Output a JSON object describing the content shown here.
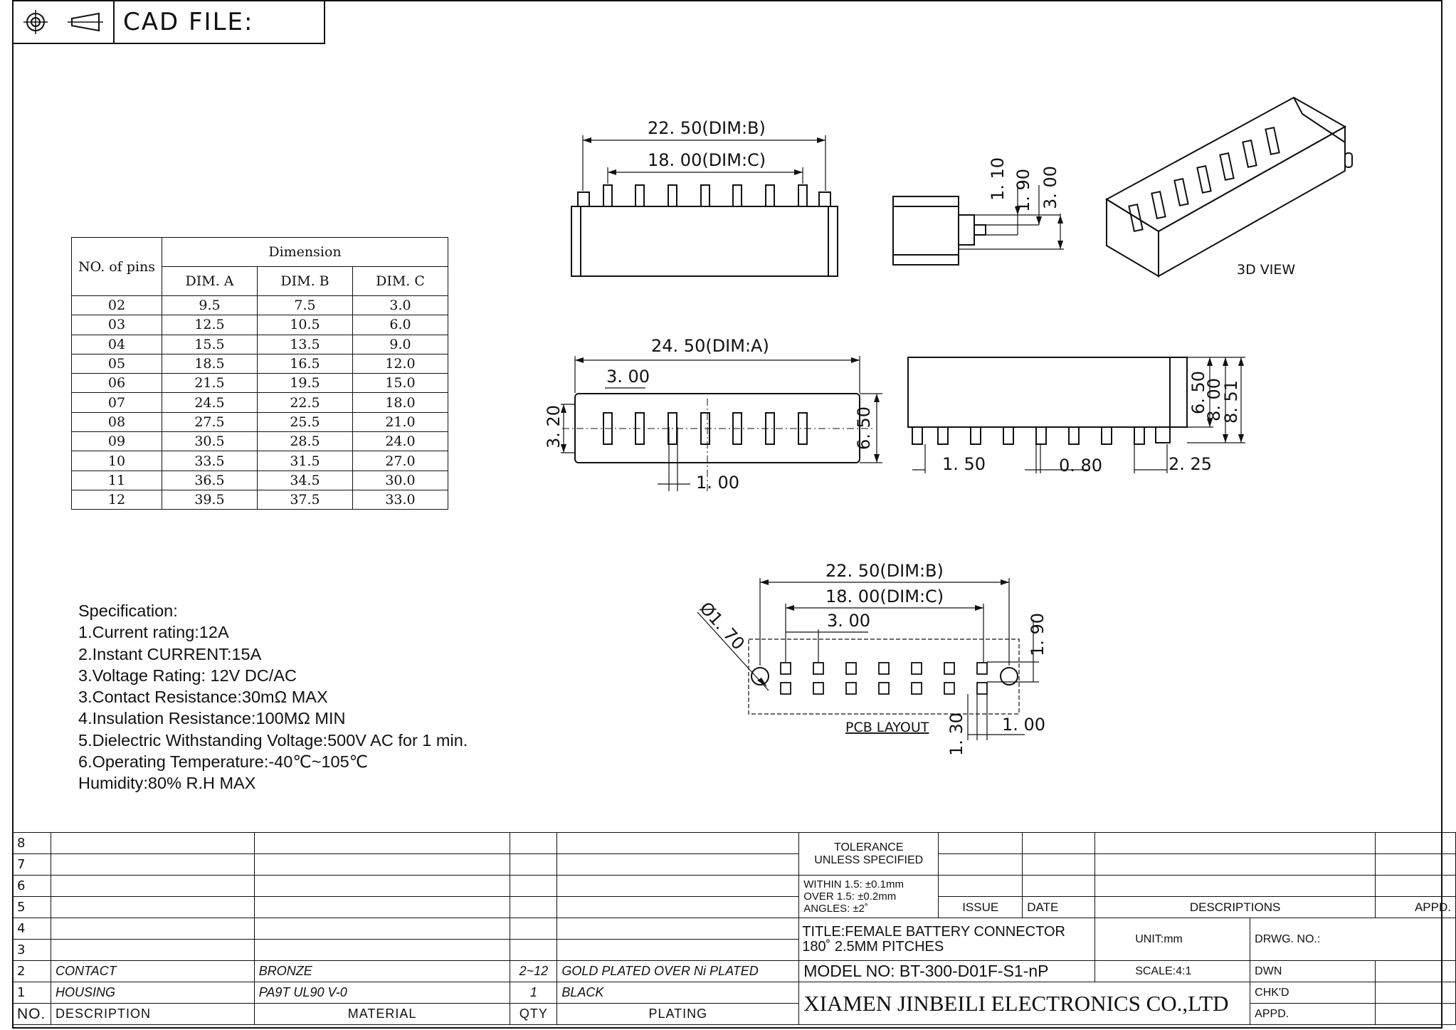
{
  "header": {
    "cad_label": "CAD FILE:",
    "symbols": [
      "projection-circle-icon",
      "projection-cone-icon"
    ]
  },
  "dim_table": {
    "pins_header": "NO. of pins",
    "dimension_header": "Dimension",
    "columns": [
      "DIM. A",
      "DIM. B",
      "DIM. C"
    ],
    "rows": [
      [
        "02",
        "9.5",
        "7.5",
        "3.0"
      ],
      [
        "03",
        "12.5",
        "10.5",
        "6.0"
      ],
      [
        "04",
        "15.5",
        "13.5",
        "9.0"
      ],
      [
        "05",
        "18.5",
        "16.5",
        "12.0"
      ],
      [
        "06",
        "21.5",
        "19.5",
        "15.0"
      ],
      [
        "07",
        "24.5",
        "22.5",
        "18.0"
      ],
      [
        "08",
        "27.5",
        "25.5",
        "21.0"
      ],
      [
        "09",
        "30.5",
        "28.5",
        "24.0"
      ],
      [
        "10",
        "33.5",
        "31.5",
        "27.0"
      ],
      [
        "11",
        "36.5",
        "34.5",
        "30.0"
      ],
      [
        "12",
        "39.5",
        "37.5",
        "33.0"
      ]
    ]
  },
  "drawing": {
    "front": {
      "dim_b": "22. 50(DIM:B)",
      "dim_c": "18. 00(DIM:C)"
    },
    "side": {
      "d1": "1. 10",
      "d2": "1. 90",
      "d3": "3. 00"
    },
    "view3d_label": "3D VIEW",
    "top": {
      "dim_a": "24. 50(DIM:A)",
      "pitch": "3. 00",
      "height": "3. 20",
      "width": "6. 50",
      "pin": "1. 00"
    },
    "side2": {
      "h1": "6. 50",
      "h2": "8. 00",
      "h3": "8. 51",
      "b1": "1. 50",
      "b2": "0. 80",
      "b3": "2. 25"
    },
    "pcb": {
      "dim_b": "22. 50(DIM:B)",
      "dim_c": "18. 00(DIM:C)",
      "pitch": "3. 00",
      "hole": "Ø1. 70",
      "v1": "1. 90",
      "v2": "1. 30",
      "h1": "1. 00",
      "label": "PCB LAYOUT"
    }
  },
  "specification": {
    "title": "Specification:",
    "items": [
      "1.Current rating:12A",
      "2.Instant CURRENT:15A",
      "3.Voltage Rating: 12V DC/AC",
      "3.Contact Resistance:30mΩ MAX",
      "4.Insulation Resistance:100MΩ MIN",
      "5.Dielectric Withstanding Voltage:500V AC for 1 min.",
      "6.Operating Temperature:-40℃~105℃",
      "Humidity:80% R.H MAX"
    ]
  },
  "title_block": {
    "row_numbers": [
      "8",
      "7",
      "6",
      "5",
      "4",
      "3",
      "2",
      "1"
    ],
    "bom": [
      {
        "desc": "CONTACT",
        "material": "BRONZE",
        "qty": "2~12",
        "plating": "GOLD PLATED OVER Ni PLATED"
      },
      {
        "desc": "HOUSING",
        "material": "PA9T UL90 V-0",
        "qty": "1",
        "plating": "BLACK"
      }
    ],
    "footer": {
      "no": "NO.",
      "desc": "DESCRIPTION",
      "material": "MATERIAL",
      "qty": "QTY",
      "plating": "PLATING"
    },
    "tolerance": {
      "title1": "TOLERANCE",
      "title2": "UNLESS SPECIFIED",
      "l1": "WITHIN 1.5: ±0.1mm",
      "l2": "OVER 1.5:  ±0.2mm",
      "l3": "ANGLES: ±2˚"
    },
    "rev": {
      "issue": "ISSUE",
      "date": "DATE",
      "descriptions": "DESCRIPTIONS",
      "appd": "APPD."
    },
    "title_text1": "TITLE:FEMALE  BATTERY  CONNECTOR",
    "title_text2": "180˚  2.5MM  PITCHES",
    "model": "MODEL  NO: BT-300-D01F-S1-nP",
    "company": "XIAMEN JINBEILI ELECTRONICS CO.,LTD",
    "unit": "UNIT:mm",
    "scale": "SCALE:4:1",
    "drwg": "DRWG. NO.:",
    "dwn": "DWN",
    "chkd": "CHK'D",
    "appd2": "APPD."
  }
}
